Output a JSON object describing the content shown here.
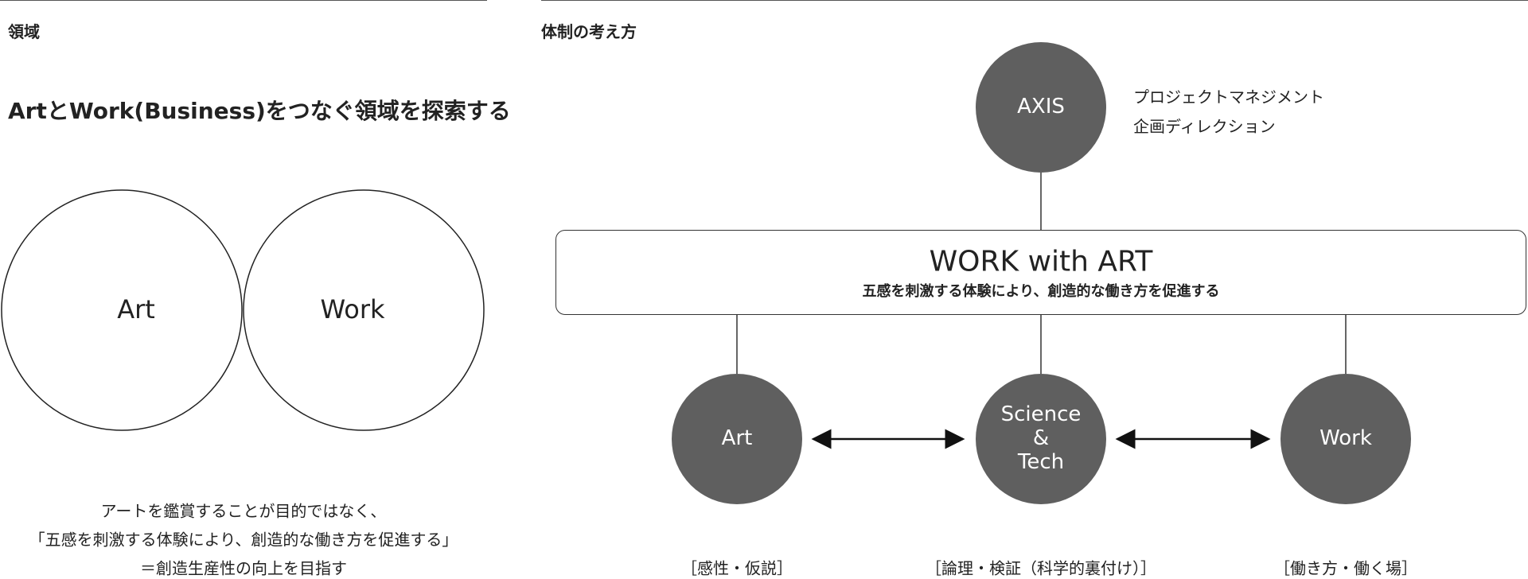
{
  "left": {
    "section_title": "領域",
    "heading": "ArtとWork(Business)をつなぐ領域を探索する",
    "venn": {
      "left_label": "Art",
      "right_label": "Work",
      "overlap_color": "#aaaaaa"
    },
    "caption": [
      "アートを鑑賞することが目的ではなく、",
      "「五感を刺激する体験により、創造的な働き方を促進する」",
      "＝創造生産性の向上を目指す"
    ]
  },
  "right": {
    "section_title": "体制の考え方",
    "top_node": {
      "label": "AXIS",
      "roles": [
        "プロジェクトマネジメント",
        "企画ディレクション"
      ]
    },
    "center_box": {
      "title": "WORK with ART",
      "subtitle": "五感を刺激する体験により、創造的な働き方を促進する"
    },
    "bottom_nodes": [
      {
        "label_lines": [
          "Art"
        ],
        "caption": "［感性・仮説］"
      },
      {
        "label_lines": [
          "Science",
          "&",
          "Tech"
        ],
        "caption": "［論理・検証（科学的裏付け）］"
      },
      {
        "label_lines": [
          "Work"
        ],
        "caption": "［働き方・働く場］"
      }
    ],
    "node_color": "#5f5f5f"
  }
}
